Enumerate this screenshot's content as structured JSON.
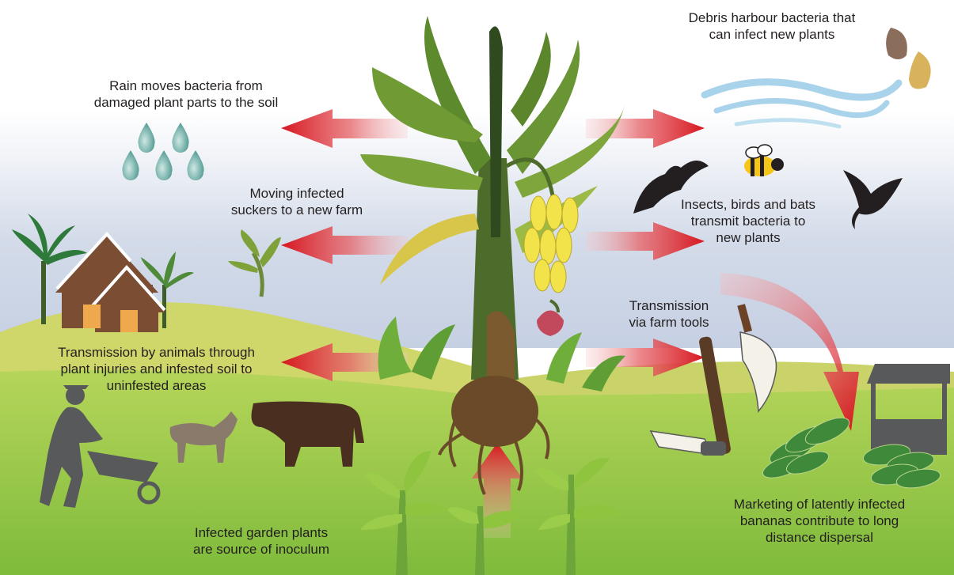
{
  "labels": {
    "debris_line1": "Debris harbour bacteria that",
    "debris_line2": "can infect new plants",
    "rain_line1": "Rain moves bacteria from",
    "rain_line2": "damaged plant parts to the soil",
    "suckers_line1": "Moving infected",
    "suckers_line2": "suckers to a new farm",
    "vectors_line1": "Insects, birds and bats",
    "vectors_line2": "transmit bacteria to",
    "vectors_line3": "new plants",
    "tools_line1": "Transmission",
    "tools_line2": "via farm tools",
    "animals_line1": "Transmission by animals through",
    "animals_line2": "plant injuries and infested soil to",
    "animals_line3": "uninfested areas",
    "garden_line1": "Infected garden plants",
    "garden_line2": "are source of inoculum",
    "market_line1": "Marketing of latently infected",
    "market_line2": "bananas contribute to long",
    "market_line3": "distance dispersal"
  },
  "colors": {
    "arrow_red": "#d7161f",
    "leaf_green": "#5e8a2e",
    "ground_green": "#8dc63f",
    "hill_yellow": "#cfd66a",
    "banana_yellow": "#f2e34a",
    "silhouette_grey": "#58595b",
    "brown": "#5a3b26"
  },
  "icons": [
    "rain-drops-icon",
    "wind-debris-icon",
    "bat-icon",
    "bee-icon",
    "bird-icon",
    "house-icon",
    "sucker-sprout-icon",
    "farmer-wheelbarrow-icon",
    "goat-icon",
    "cow-icon",
    "machete-icon",
    "hoe-icon",
    "market-stall-icon",
    "banana-bunches-icon",
    "banana-plant-icon"
  ]
}
